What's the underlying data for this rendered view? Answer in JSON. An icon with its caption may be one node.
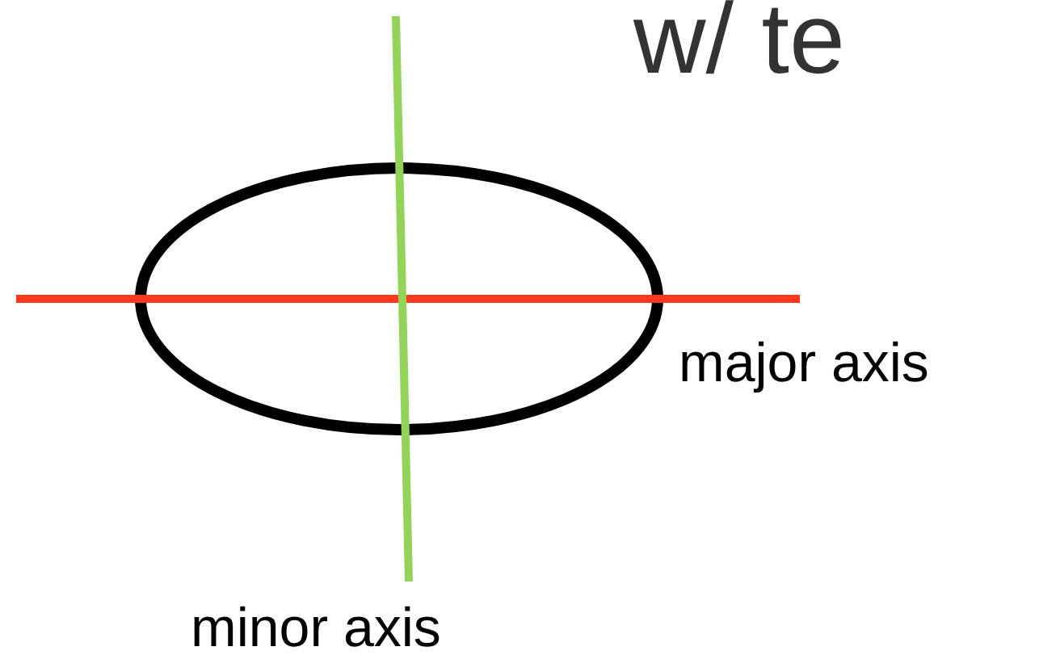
{
  "diagram": {
    "labels": [
      "w/ te",
      "major axis",
      "minor axis"
    ]
  }
}
